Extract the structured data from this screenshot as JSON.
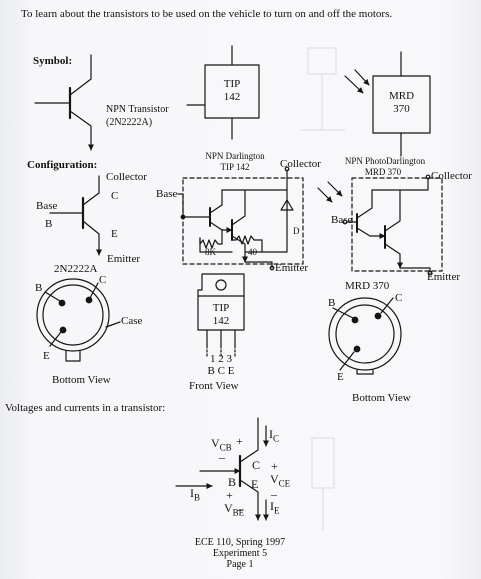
{
  "intro": "To learn about the transistors to be used on the vehicle to turn on and off the motors.",
  "labels": {
    "symbol": "Symbol:",
    "configuration": "Configuration:",
    "vi_heading": "Voltages and currents in a transistor:"
  },
  "symbol_row": {
    "npn_name": "NPN Transistor",
    "npn_part": "(2N2222A)",
    "tip_line1": "TIP",
    "tip_line2": "142",
    "mrd_line1": "MRD",
    "mrd_line2": "370"
  },
  "config_row": {
    "collector": "Collector",
    "c": "C",
    "base": "Base",
    "b": "B",
    "e": "E",
    "emitter": "Emitter",
    "darl_title1": "NPN Darlington",
    "darl_title2": "TIP 142",
    "darl_collector": "Collector",
    "darl_base": "Base",
    "darl_r1": "8K",
    "darl_r2": "40",
    "darl_d": "D",
    "darl_emitter": "Emitter",
    "photo_title1": "NPN PhotoDarlington",
    "photo_title2": "MRD 370",
    "photo_collector": "Collector",
    "photo_base": "Base",
    "photo_emitter": "Emitter"
  },
  "package_row": {
    "p1_title": "2N2222A",
    "p1_b": "B",
    "p1_c": "C",
    "p1_e": "E",
    "p1_case": "Case",
    "p1_view": "Bottom View",
    "tip_line1": "TIP",
    "tip_line2": "142",
    "pins": "1 2 3",
    "pin_letters": "B C E",
    "front_view": "Front View",
    "p3_title": "MRD 370",
    "p3_b": "B",
    "p3_c": "C",
    "p3_e": "E",
    "p3_view": "Bottom View"
  },
  "vi_labels": {
    "ic_main": "I",
    "ic_sub": "C",
    "vcb_main": "V",
    "vcb_sub": "CB",
    "c": "C",
    "vce_main": "V",
    "vce_sub": "CE",
    "ib_main": "I",
    "ib_sub": "B",
    "b": "B",
    "e": "E",
    "vbe_main": "V",
    "vbe_sub": "BE",
    "ie_main": "I",
    "ie_sub": "E",
    "plus": "+",
    "minus": "–"
  },
  "footer": {
    "line1": "ECE 110, Spring 1997",
    "line2": "Experiment 5",
    "line3": "Page 1"
  }
}
